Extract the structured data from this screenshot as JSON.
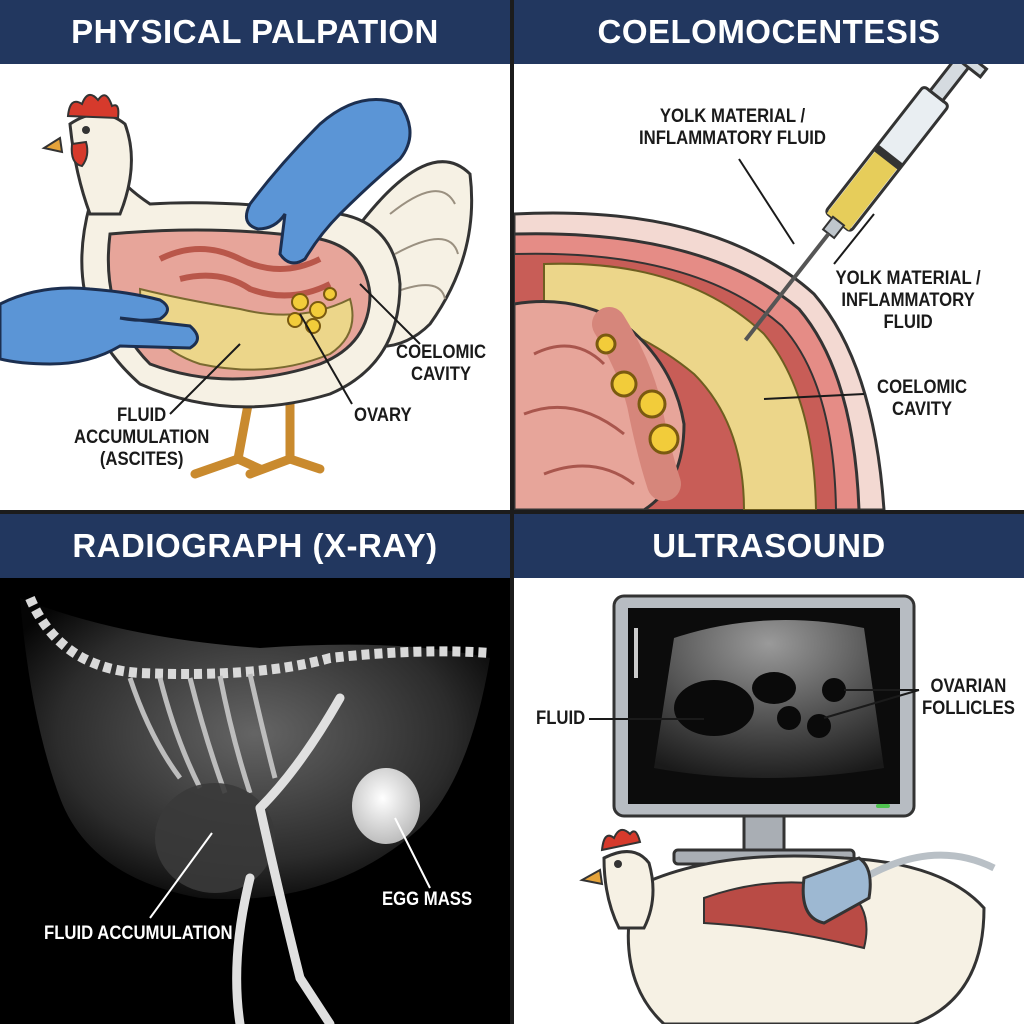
{
  "panels": [
    {
      "title": "PHYSICAL PALPATION",
      "labels": {
        "coelomic_cavity": "COELOMIC\nCAVITY",
        "ovary": "OVARY",
        "fluid_accumulation": "FLUID\nACCUMULATION\n(ASCITES)"
      }
    },
    {
      "title": "COELOMOCENTESIS",
      "labels": {
        "yolk_top": "YOLK MATERIAL /\nINFLAMMATORY FLUID",
        "yolk_right": "YOLK MATERIAL /\nINFLAMMATORY FLUID",
        "coelomic_cavity": "COELOMIC\nCAVITY"
      }
    },
    {
      "title": "RADIOGRAPH (X-RAY)",
      "labels": {
        "egg_mass": "EGG MASS",
        "fluid_accumulation": "FLUID ACCUMULATION"
      }
    },
    {
      "title": "ULTRASOUND",
      "labels": {
        "fluid": "FLUID",
        "ovarian_follicles": "OVARIAN\nFOLLICLES"
      }
    }
  ],
  "colors": {
    "header": "#22375f",
    "glove": "#5b95d6",
    "yolk": "#ecd68a",
    "tissue": "#e7a59a",
    "xray_bg": "#000000"
  },
  "icons": [
    "hen-illustration",
    "gloved-hand-icon",
    "syringe-icon",
    "ultrasound-monitor-icon",
    "ultrasound-probe-icon"
  ]
}
